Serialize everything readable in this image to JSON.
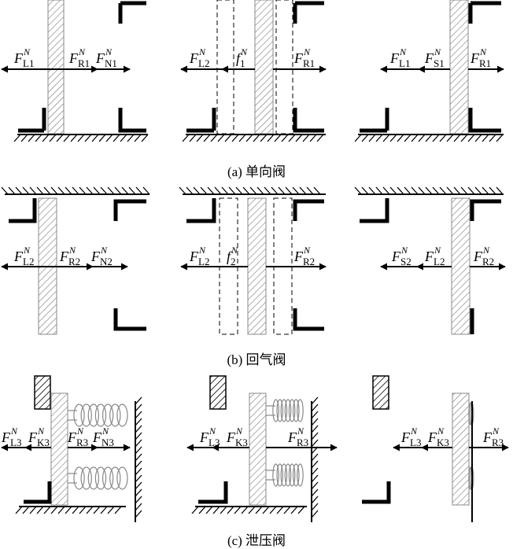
{
  "captions": {
    "a": "(a)  单向阀",
    "b": "(b)  回气阀",
    "c": "(c)  泄压阀"
  },
  "labels": {
    "r1c1": [
      {
        "F": "F",
        "sub": "L1",
        "sup": "N"
      },
      {
        "F": "F",
        "sub": "R1",
        "sup": "N"
      },
      {
        "F": "F",
        "sub": "N1",
        "sup": "N"
      }
    ],
    "r1c2": [
      {
        "F": "F",
        "sub": "L2",
        "sup": "N"
      },
      {
        "F": "f",
        "sub": "1",
        "sup": "N"
      },
      {
        "F": "F",
        "sub": "R1",
        "sup": "N"
      }
    ],
    "r1c3": [
      {
        "F": "F",
        "sub": "L1",
        "sup": "N"
      },
      {
        "F": "F",
        "sub": "S1",
        "sup": "N"
      },
      {
        "F": "F",
        "sub": "R1",
        "sup": "N"
      }
    ],
    "r2c1": [
      {
        "F": "F",
        "sub": "L2",
        "sup": "N"
      },
      {
        "F": "F",
        "sub": "R2",
        "sup": "N"
      },
      {
        "F": "F",
        "sub": "N2",
        "sup": "N"
      }
    ],
    "r2c2": [
      {
        "F": "F",
        "sub": "L2",
        "sup": "N"
      },
      {
        "F": "f",
        "sub": "2",
        "sup": "N"
      },
      {
        "F": "F",
        "sub": "R2",
        "sup": "N"
      }
    ],
    "r2c3": [
      {
        "F": "F",
        "sub": "S2",
        "sup": "N"
      },
      {
        "F": "F",
        "sub": "L2",
        "sup": "N"
      },
      {
        "F": "F",
        "sub": "R2",
        "sup": "N"
      }
    ],
    "r3c1": [
      {
        "F": "F",
        "sub": "L3",
        "sup": "N"
      },
      {
        "F": "F",
        "sub": "K3",
        "sup": "N"
      },
      {
        "F": "F",
        "sub": "R3",
        "sup": "N"
      },
      {
        "F": "F",
        "sub": "N3",
        "sup": "N"
      }
    ],
    "r3c2": [
      {
        "F": "F",
        "sub": "L3",
        "sup": "N"
      },
      {
        "F": "F",
        "sub": "K3",
        "sup": "N"
      },
      {
        "F": "F",
        "sub": "R3",
        "sup": "N"
      }
    ],
    "r3c3": [
      {
        "F": "F",
        "sub": "L3",
        "sup": "N"
      },
      {
        "F": "F",
        "sub": "K3",
        "sup": "N"
      },
      {
        "F": "F",
        "sub": "R3",
        "sup": "N"
      }
    ]
  }
}
